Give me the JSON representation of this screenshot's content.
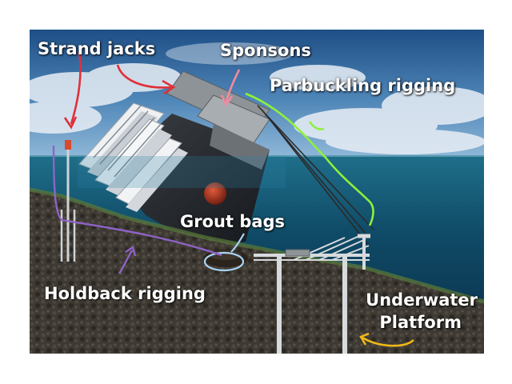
{
  "labels": {
    "strand_jacks": "Strand jacks",
    "sponsons": "Sponsons",
    "parbuckling_rigging": "Parbuckling rigging",
    "grout_bags": "Grout bags",
    "holdback_rigging": "Holdback rigging",
    "underwater_platform_line1": "Underwater",
    "underwater_platform_line2": "Platform"
  },
  "annotation_colors": {
    "strand_jacks": "#e0303a",
    "sponsons": "#f08aa0",
    "parbuckling_rigging": "#8ef03c",
    "grout_bags": "#a8d4f5",
    "holdback_rigging": "#8f63c8",
    "underwater_platform": "#f0b818"
  }
}
